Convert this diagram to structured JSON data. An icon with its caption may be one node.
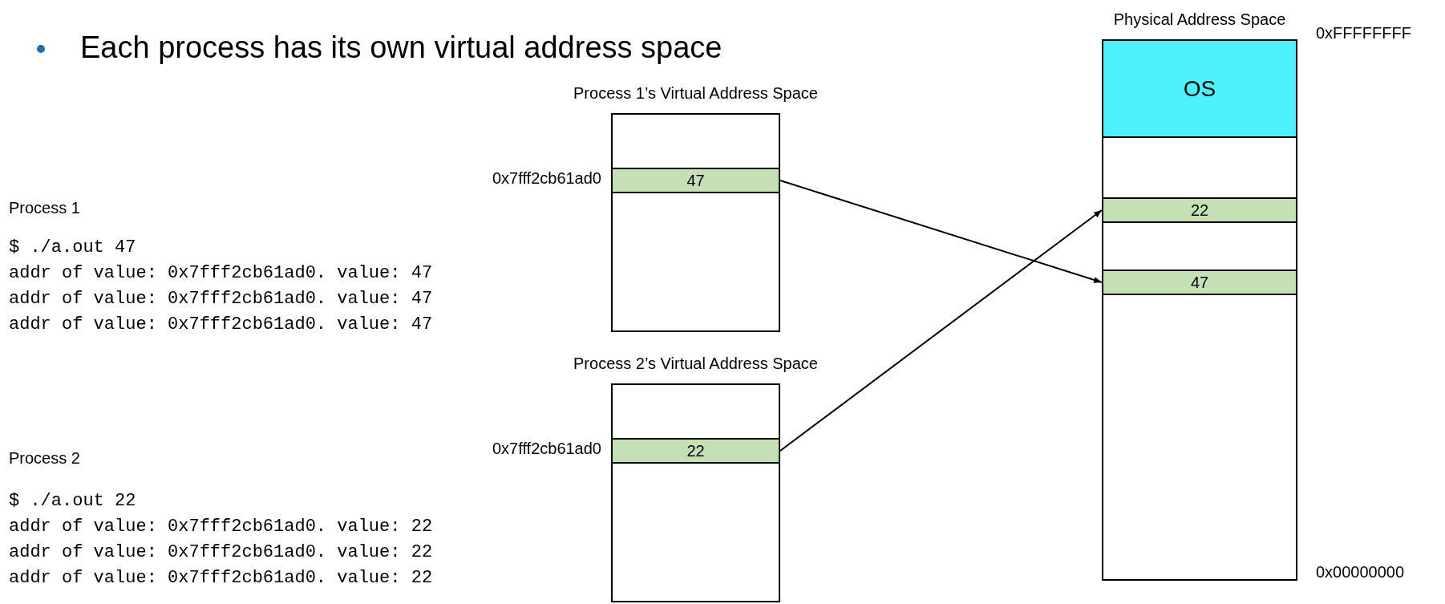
{
  "diagram": {
    "title": "Each process has its own virtual address space",
    "nodes": [
      {
        "text": [
          "Process 1’s Virtual Address Space"
        ]
      },
      {
        "text": [
          "47"
        ],
        "in": 0,
        "beside": [
          "0x7fff2cb61ad0"
        ]
      },
      {
        "text": [
          "Process 2’s Virtual Address Space"
        ]
      },
      {
        "text": [
          "22"
        ],
        "in": 2,
        "beside": [
          "0x7fff2cb61ad0"
        ]
      },
      {
        "text": [
          "Physical Address Space"
        ],
        "beside": [
          "0xFFFFFFFF",
          "0x00000000"
        ]
      },
      {
        "text": [
          "OS"
        ],
        "in": 4
      },
      {
        "text": [
          "22"
        ],
        "in": 4
      },
      {
        "text": [
          "47"
        ],
        "in": 4
      }
    ],
    "edges": [
      {
        "from": 1,
        "to": 7,
        "arrow": "to"
      },
      {
        "from": 3,
        "to": 6,
        "arrow": "to"
      }
    ],
    "labels": [
      "Process 1",
      "$ ./a.out 47",
      "addr of value: 0x7fff2cb61ad0. value: 47",
      "addr of value: 0x7fff2cb61ad0. value: 47",
      "addr of value: 0x7fff2cb61ad0. value: 47",
      "Process 2",
      "$ ./a.out 22",
      "addr of value: 0x7fff2cb61ad0. value: 22",
      "addr of value: 0x7fff2cb61ad0. value: 22",
      "addr of value: 0x7fff2cb61ad0. value: 22"
    ]
  }
}
